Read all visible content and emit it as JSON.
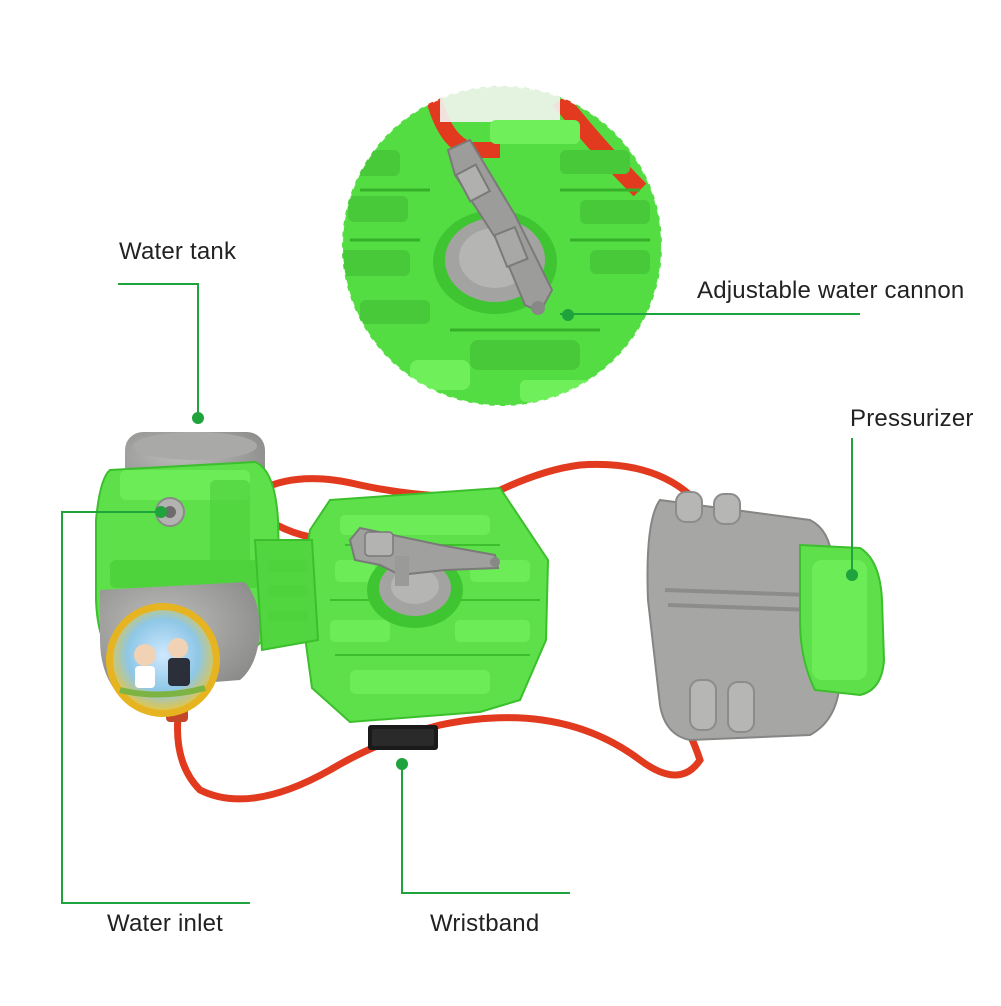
{
  "callouts": {
    "water_tank": "Water tank",
    "adjustable_water_cannon": "Adjustable water cannon",
    "pressurizer": "Pressurizer",
    "water_inlet": "Water inlet",
    "wristband": "Wristband"
  },
  "colors": {
    "leader_line": "#1fa33c",
    "toy_green": "#5ee04a",
    "toy_green_dark": "#3cbf2c",
    "toy_grey": "#9a9a98",
    "toy_grey_dark": "#7d7d7b",
    "hose_red": "#e23a1e",
    "strap_black": "#1a1a1a"
  },
  "image": {
    "subject": "wrist-worn toy water gun with red hoses, green body, grey pressurizer pump and black wristband"
  }
}
